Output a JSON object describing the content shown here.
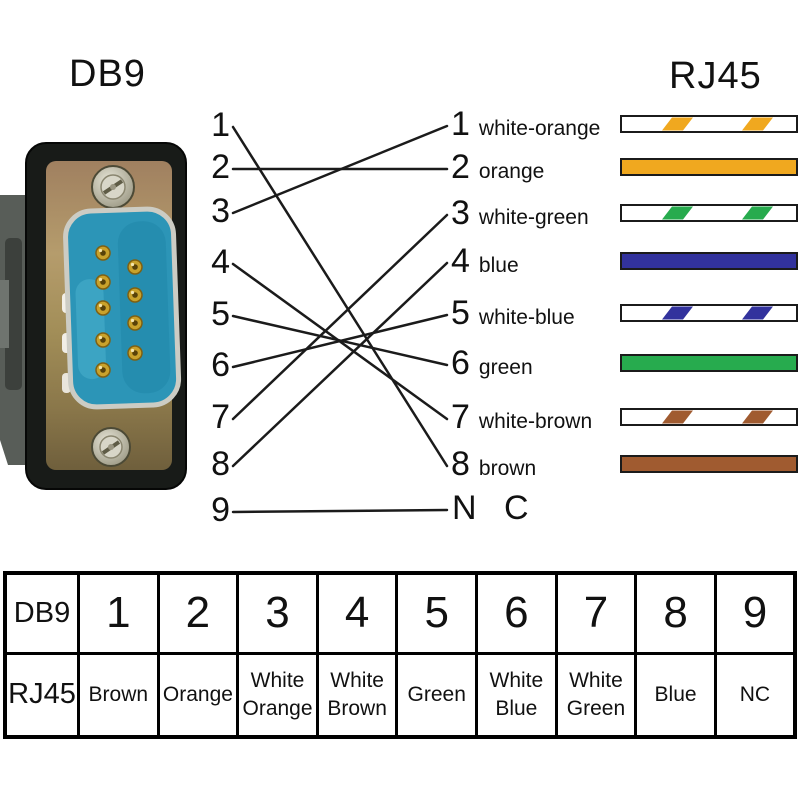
{
  "titles": {
    "db9": "DB9",
    "rj45": "RJ45"
  },
  "db9_pins": [
    "1",
    "2",
    "3",
    "4",
    "5",
    "6",
    "7",
    "8",
    "9"
  ],
  "rj45_pins": [
    {
      "num": "1",
      "label": "white-orange",
      "wire": "white-orange"
    },
    {
      "num": "2",
      "label": "orange",
      "wire": "orange"
    },
    {
      "num": "3",
      "label": "white-green",
      "wire": "white-green"
    },
    {
      "num": "4",
      "label": "blue",
      "wire": "blue"
    },
    {
      "num": "5",
      "label": "white-blue",
      "wire": "white-blue"
    },
    {
      "num": "6",
      "label": "green",
      "wire": "green"
    },
    {
      "num": "7",
      "label": "white-brown",
      "wire": "white-brown"
    },
    {
      "num": "8",
      "label": "brown",
      "wire": "brown"
    }
  ],
  "nc_label": "N C",
  "connections": [
    {
      "db9": "1",
      "rj45": "8"
    },
    {
      "db9": "2",
      "rj45": "2"
    },
    {
      "db9": "3",
      "rj45": "1"
    },
    {
      "db9": "4",
      "rj45": "7"
    },
    {
      "db9": "5",
      "rj45": "6"
    },
    {
      "db9": "6",
      "rj45": "5"
    },
    {
      "db9": "7",
      "rj45": "3"
    },
    {
      "db9": "8",
      "rj45": "4"
    },
    {
      "db9": "9",
      "rj45": "NC"
    }
  ],
  "colors": {
    "orange": "#F0A81F",
    "green": "#27AB4E",
    "blue": "#32329D",
    "brown": "#A05B30",
    "line": "#1b1b1b"
  },
  "table": {
    "row1_header": "DB9",
    "row2_header": "RJ45",
    "pins": [
      "1",
      "2",
      "3",
      "4",
      "5",
      "6",
      "7",
      "8",
      "9"
    ],
    "wires": [
      "Brown",
      "Orange",
      "White Orange",
      "White Brown",
      "Green",
      "White Blue",
      "White Green",
      "Blue",
      "NC"
    ]
  }
}
